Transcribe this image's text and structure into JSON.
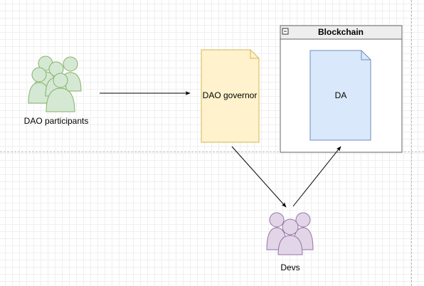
{
  "nodes": {
    "participants": {
      "label": "DAO participants",
      "fill": "#d5e8d4",
      "stroke": "#82b366",
      "icon": "users-icon"
    },
    "governor": {
      "label": "DAO governor",
      "fill": "#fff2cc",
      "stroke": "#d6b656",
      "icon": "note-shape"
    },
    "blockchain": {
      "title": "Blockchain",
      "stroke": "#666666",
      "icon": "collapse-icon"
    },
    "da": {
      "label": "DA",
      "fill": "#dae8fc",
      "stroke": "#6c8ebf",
      "icon": "note-shape"
    },
    "devs": {
      "label": "Devs",
      "fill": "#e1d5e7",
      "stroke": "#9673a6",
      "icon": "users-icon"
    }
  },
  "edges": [
    {
      "from": "DAO participants",
      "to": "DAO governor"
    },
    {
      "from": "DAO governor",
      "to": "Devs"
    },
    {
      "from": "Devs",
      "to": "DA"
    }
  ]
}
